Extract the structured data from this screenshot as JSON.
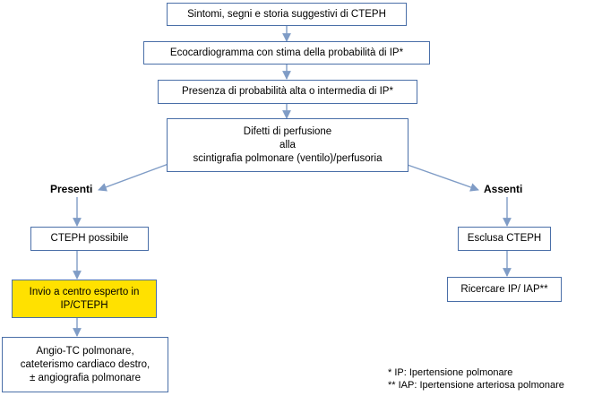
{
  "nodes": {
    "start": "Sintomi, segni e storia suggestivi di CTEPH",
    "echo": "Ecocardiogramma con stima della probabilità di IP*",
    "prob": "Presenza di probabilità alta o intermedia di IP*",
    "perf_l1": "Difetti di perfusione",
    "perf_l2": "alla",
    "perf_l3": "scintigrafia polmonare (ventilo)/perfusoria",
    "possible": "CTEPH possibile",
    "expert_l1": "Invio a centro esperto in",
    "expert_l2": "IP/CTEPH",
    "final_l1": "Angio-TC polmonare,",
    "final_l2": "cateterismo cardiaco destro,",
    "final_l3": "± angiografia polmonare",
    "excluded": "Esclusa CTEPH",
    "search": "Ricercare IP/ IAP**"
  },
  "branches": {
    "present": "Presenti",
    "absent": "Assenti"
  },
  "footnotes": {
    "ip": "* IP: Ipertensione polmonare",
    "iap": "** IAP: Ipertensione arteriosa polmonare"
  },
  "colors": {
    "border": "#4a6fa8",
    "arrow": "#7f9cc6",
    "highlight": "#ffe100"
  }
}
